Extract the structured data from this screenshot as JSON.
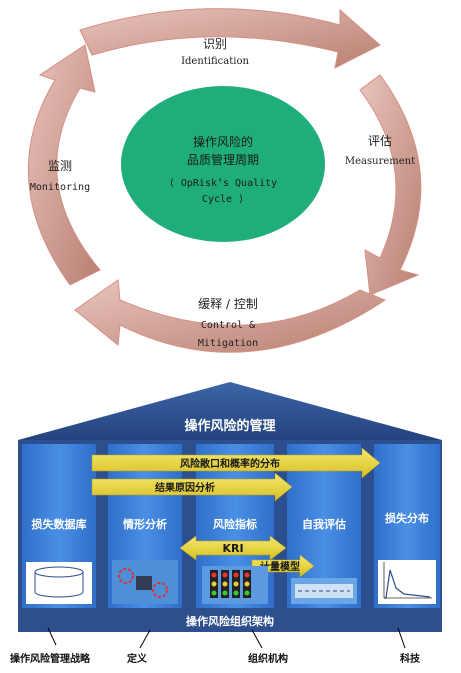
{
  "cycle": {
    "center_title_line1": "操作风险的",
    "center_title_line2": "品质管理周期",
    "center_sub_line1": "( OpRisk’s Quality",
    "center_sub_line2": "Cycle )",
    "identification_cn": "识别",
    "identification_en": "Identification",
    "measurement_cn": "评估",
    "measurement_en": "Measurement",
    "control_cn": "缓释 / 控制",
    "control_en_line1": "Control &",
    "control_en_line2": "Mitigation",
    "monitoring_cn": "监测",
    "monitoring_en": "Monitoring"
  },
  "house": {
    "roof_title": "操作风险的管理",
    "pillars": [
      "损失数据库",
      "情形分析",
      "风险指标",
      "自我评估",
      "损失分布"
    ],
    "arrow1": "风险敞口和概率的分布",
    "arrow2": "结果原因分析",
    "kri_label": "KRI",
    "model_label": "计量模型",
    "base_label": "操作风险组织架构",
    "footer_labels": [
      "操作风险管理战略",
      "定义",
      "组织机构",
      "科技"
    ]
  },
  "colors": {
    "cycle_arrow": "#c9968a",
    "center_circle": "#1fae7a",
    "house_dark": "#2e4f8e",
    "pillar_blue": "#3c7fd6",
    "arrow_yellow": "#e9d63a"
  }
}
